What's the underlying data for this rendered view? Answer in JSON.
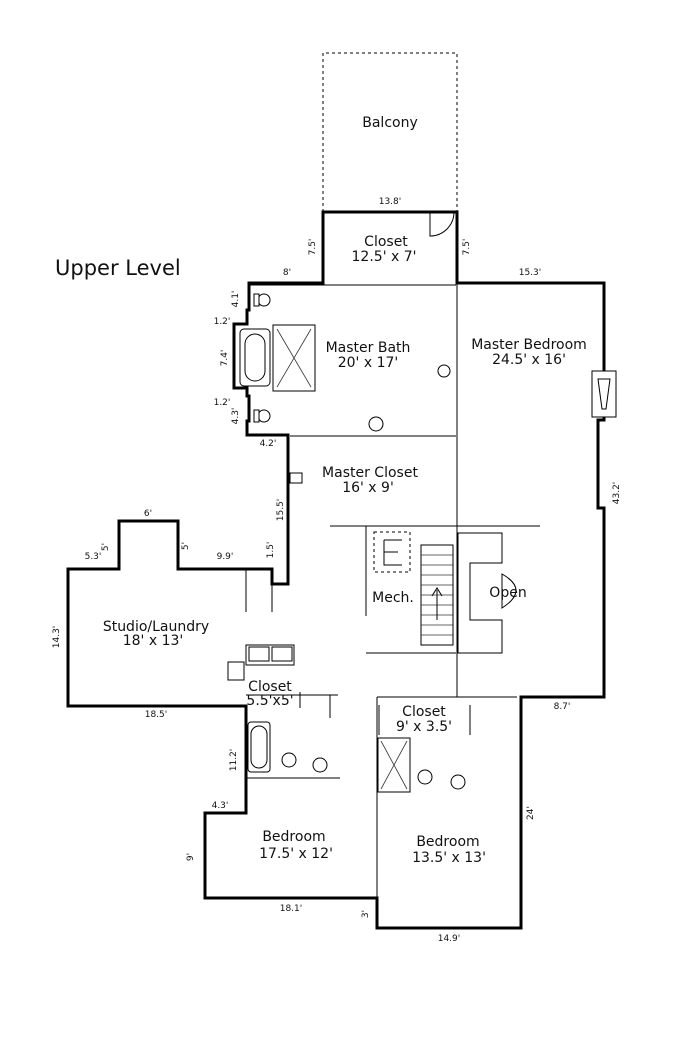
{
  "plan": {
    "title": "Upper Level",
    "rooms": {
      "balcony": "Balcony",
      "closet_top": {
        "name": "Closet",
        "size": "12.5' x 7'"
      },
      "master_bath": {
        "name": "Master Bath",
        "size": "20' x 17'"
      },
      "master_bedroom": {
        "name": "Master Bedroom",
        "size": "24.5' x 16'"
      },
      "master_closet": {
        "name": "Master Closet",
        "size": "16' x 9'"
      },
      "mech": "Mech.",
      "open": "Open",
      "studio": {
        "name": "Studio/Laundry",
        "size": "18' x 13'"
      },
      "closet_small": {
        "name": "Closet",
        "size": "5.5'x5'"
      },
      "closet_right": {
        "name": "Closet",
        "size": "9' x 3.5'"
      },
      "bedroom_left": {
        "name": "Bedroom",
        "size": "17.5' x 12'"
      },
      "bedroom_right": {
        "name": "Bedroom",
        "size": "13.5' x 13'"
      }
    },
    "dims": {
      "d1": "13.8'",
      "d2": "7.5'",
      "d3": "7.5'",
      "d4": "8'",
      "d5": "15.3'",
      "d6": "4.1'",
      "d7": "1.2'",
      "d8": "7.4'",
      "d9": "1.2'",
      "d10": "4.3'",
      "d11": "4.2'",
      "d12": "15.5'",
      "d13": "43.2'",
      "d14": "6'",
      "d15": "5'",
      "d16": "5'",
      "d17": "5.3'",
      "d18": "9.9'",
      "d19": "1.5'",
      "d20": "14.3'",
      "d21": "18.5'",
      "d22": "8.7'",
      "d23": "11.2'",
      "d24": "4.3'",
      "d25": "24'",
      "d26": "9'",
      "d27": "18.1'",
      "d28": "3'",
      "d29": "14.9'"
    }
  }
}
